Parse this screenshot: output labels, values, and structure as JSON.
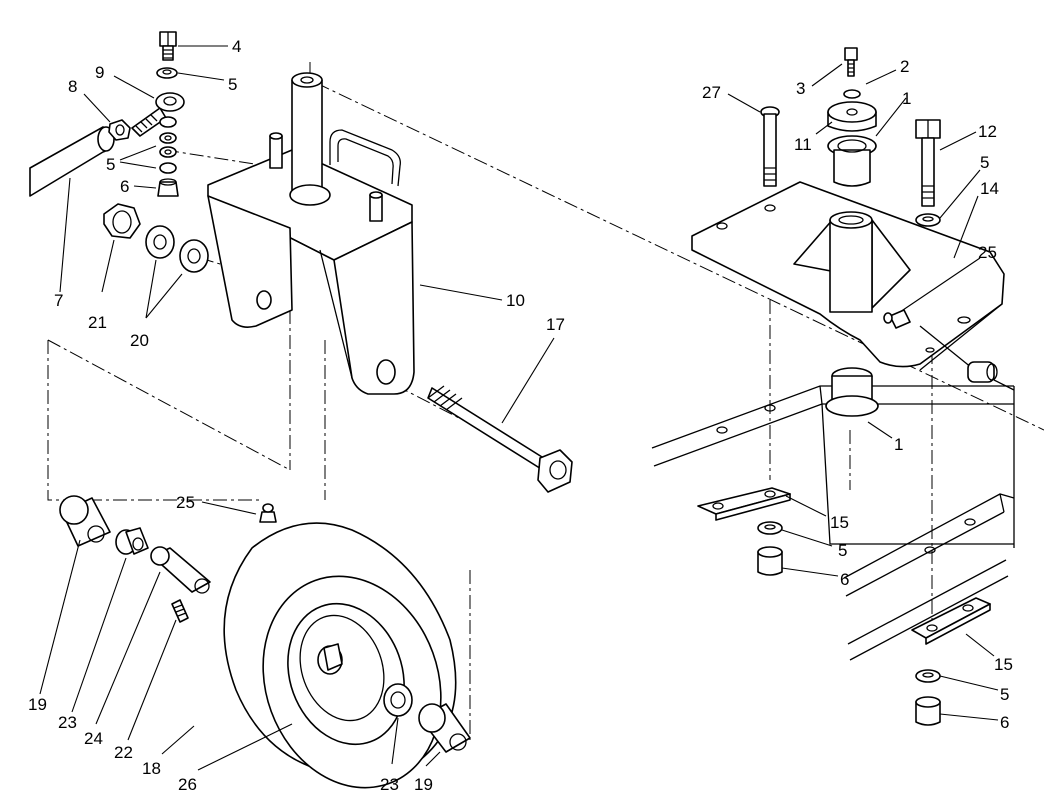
{
  "figure": {
    "callouts": [
      {
        "id": "c4a",
        "label": "4"
      },
      {
        "id": "c5a",
        "label": "5"
      },
      {
        "id": "c9",
        "label": "9"
      },
      {
        "id": "c8",
        "label": "8"
      },
      {
        "id": "c5b",
        "label": "5"
      },
      {
        "id": "c6a",
        "label": "6"
      },
      {
        "id": "c7",
        "label": "7"
      },
      {
        "id": "c21",
        "label": "21"
      },
      {
        "id": "c20",
        "label": "20"
      },
      {
        "id": "c10",
        "label": "10"
      },
      {
        "id": "c17",
        "label": "17"
      },
      {
        "id": "c25a",
        "label": "25"
      },
      {
        "id": "c19a",
        "label": "19"
      },
      {
        "id": "c23a",
        "label": "23"
      },
      {
        "id": "c24",
        "label": "24"
      },
      {
        "id": "c22",
        "label": "22"
      },
      {
        "id": "c18",
        "label": "18"
      },
      {
        "id": "c26",
        "label": "26"
      },
      {
        "id": "c23b",
        "label": "23"
      },
      {
        "id": "c19b",
        "label": "19"
      },
      {
        "id": "c27",
        "label": "27"
      },
      {
        "id": "c3",
        "label": "3"
      },
      {
        "id": "c2",
        "label": "2"
      },
      {
        "id": "c1a",
        "label": "1"
      },
      {
        "id": "c11",
        "label": "11"
      },
      {
        "id": "c12",
        "label": "12"
      },
      {
        "id": "c5c",
        "label": "5"
      },
      {
        "id": "c14",
        "label": "14"
      },
      {
        "id": "c25b",
        "label": "25"
      },
      {
        "id": "c1b",
        "label": "1"
      },
      {
        "id": "c15a",
        "label": "15"
      },
      {
        "id": "c5d",
        "label": "5"
      },
      {
        "id": "c6b",
        "label": "6"
      },
      {
        "id": "c15b",
        "label": "15"
      },
      {
        "id": "c5e",
        "label": "5"
      },
      {
        "id": "c6c",
        "label": "6"
      }
    ]
  }
}
